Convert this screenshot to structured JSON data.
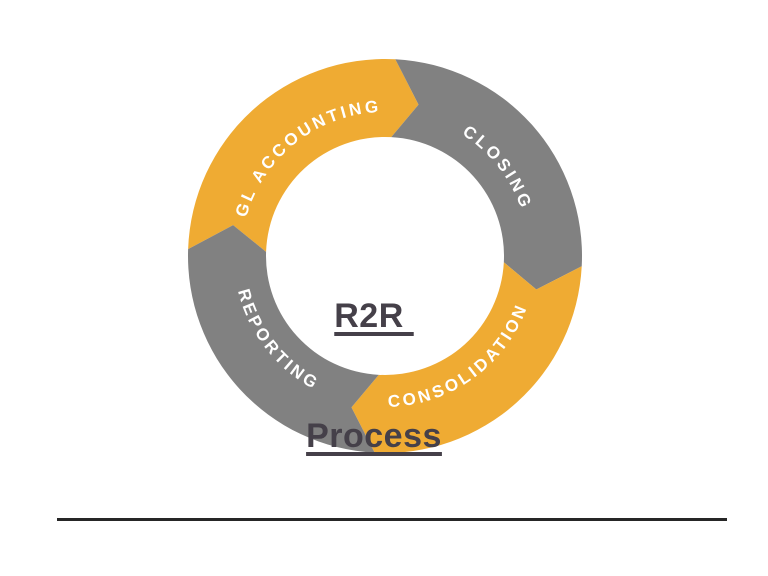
{
  "page": {
    "background": "#ffffff"
  },
  "diagram": {
    "type": "cycle-donut",
    "flow": "clockwise",
    "center_title": {
      "line1": "R2R ",
      "line2": "Process",
      "color": "#454049"
    },
    "ring": {
      "colors": {
        "yellow": "#EFAB33",
        "gray": "#818181",
        "label_text": "#ffffff"
      },
      "segments": [
        {
          "label": "GL ACCOUNTING",
          "color_key": "yellow",
          "start_angle": 272,
          "end_angle": 363,
          "label_angle": 322,
          "label_orientation": "outward"
        },
        {
          "label": "CLOSING",
          "color_key": "gray",
          "start_angle": 3,
          "end_angle": 93,
          "label_angle": 52,
          "label_orientation": "outward"
        },
        {
          "label": "CONSOLIDATION",
          "color_key": "yellow",
          "start_angle": 93,
          "end_angle": 183,
          "label_angle": 144,
          "label_orientation": "inward"
        },
        {
          "label": "REPORTING",
          "color_key": "gray",
          "start_angle": 183,
          "end_angle": 272,
          "label_angle": 232,
          "label_orientation": "inward"
        }
      ]
    }
  },
  "footer_rule": {
    "color": "#262626"
  }
}
